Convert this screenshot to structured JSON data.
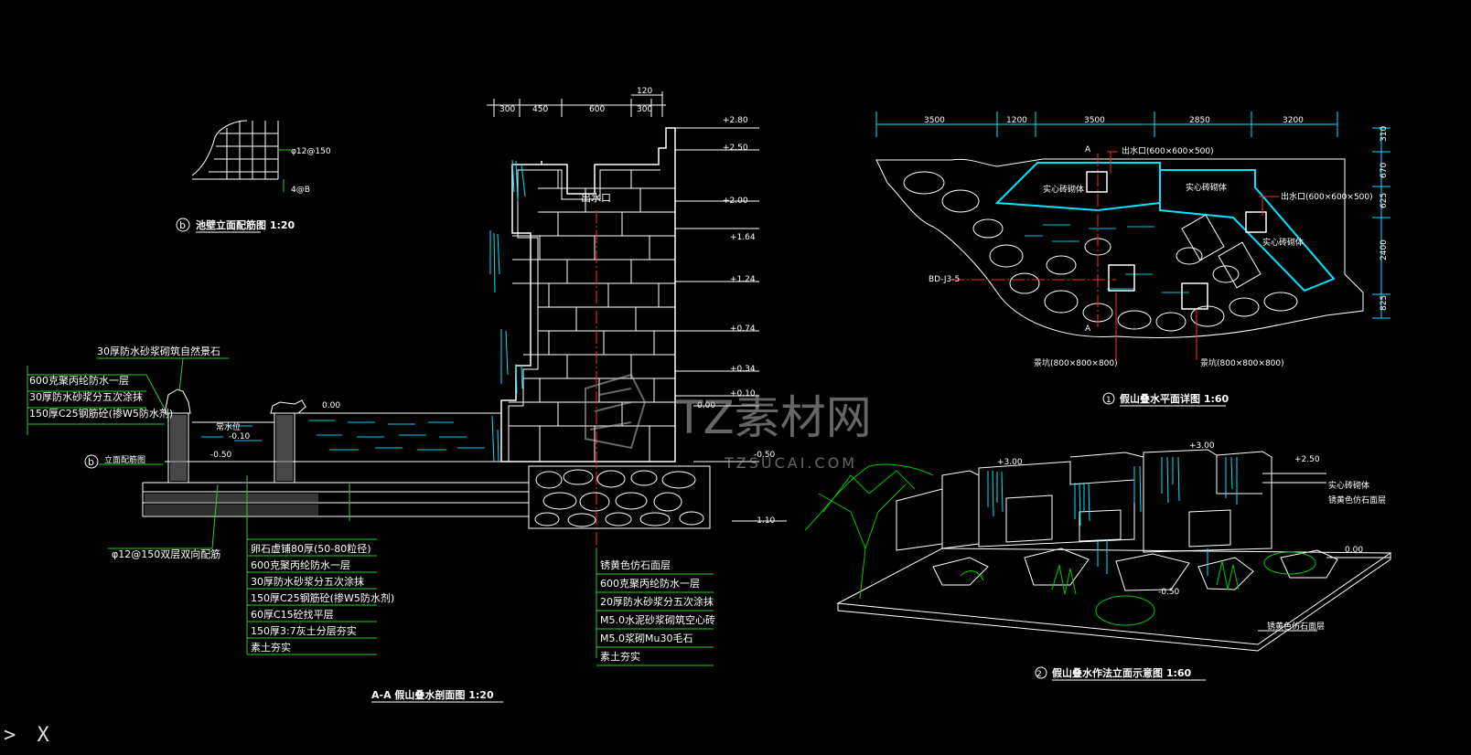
{
  "detail_b": {
    "dim_rebar": "φ12@150",
    "dim_spacing": "4@B",
    "title": "池壁立面配筋图  1:20"
  },
  "section": {
    "top_dims": [
      "300",
      "450",
      "600",
      "120",
      "300"
    ],
    "levels": [
      "+2.80",
      "+2.50",
      "+2.00",
      "+1.64",
      "+1.24",
      "+0.74",
      "+0.34",
      "+0.10",
      "0.00",
      "-0.50",
      "-1.10"
    ],
    "outlet_label": "出水口",
    "pool_level_00": "0.00",
    "pool_level_m010": "常水位\n-0.10",
    "pool_level_m050": "-0.50",
    "left_callouts": [
      "30厚防水砂浆砌筑自然景石",
      "600克聚丙纶防水一层",
      "30厚防水砂浆分五次涂抹",
      "150厚C25钢筋砼(掺W5防水剂)"
    ],
    "ref_label": "立面配筋图",
    "rebar_note": "φ12@150双层双向配筋",
    "base_callouts": [
      "卵石虚铺80厚(50-80粒径)",
      "600克聚丙纶防水一层",
      "30厚防水砂浆分五次涂抹",
      "150厚C25钢筋砼(掺W5防水剂)",
      "60厚C15砼找平层",
      "150厚3:7灰土分层夯实",
      "素土夯实"
    ],
    "wall_callouts": [
      "锈黄色仿石面层",
      "600克聚丙纶防水一层",
      "20厚防水砂浆分五次涂抹",
      "M5.0水泥砂浆砌筑空心砖",
      "M5.0浆砌Mu30毛石",
      "素土夯实"
    ],
    "title": "A-A 假山叠水剖面图  1:20"
  },
  "plan": {
    "top_dims": [
      "3500",
      "1200",
      "3500",
      "2850",
      "3200"
    ],
    "side_dims": [
      "310",
      "670",
      "625",
      "2400",
      "825"
    ],
    "labels": [
      "出水口(600×600×500)",
      "实心砖砌体",
      "实心砖砌体",
      "出水口(600×600×500)",
      "实心砖砌体",
      "BD-J3-5",
      "景坑(800×800×800)",
      "景坑(800×800×800)"
    ],
    "section_mark": "A",
    "title": "假山叠水平面详图  1:60"
  },
  "elevation": {
    "levels": [
      "+3.00",
      "+3.00",
      "+2.50",
      "0.00",
      "-0.50"
    ],
    "labels": [
      "实心砖砌体",
      "锈黄色仿石面层",
      "锈黄色仿石面层"
    ],
    "title": "假山叠水作法立面示意图  1:60"
  },
  "watermark": {
    "main": "TZ素材网",
    "sub": "TZSUCAI.COM"
  },
  "command_line": {
    "prompt": ">",
    "close": "X"
  },
  "colors": {
    "background": "#000000",
    "line": "#ffffff",
    "cyan": "#00e5ff",
    "green": "#00c800",
    "red": "#ff2a2a",
    "leader": "#2ecc2e"
  }
}
